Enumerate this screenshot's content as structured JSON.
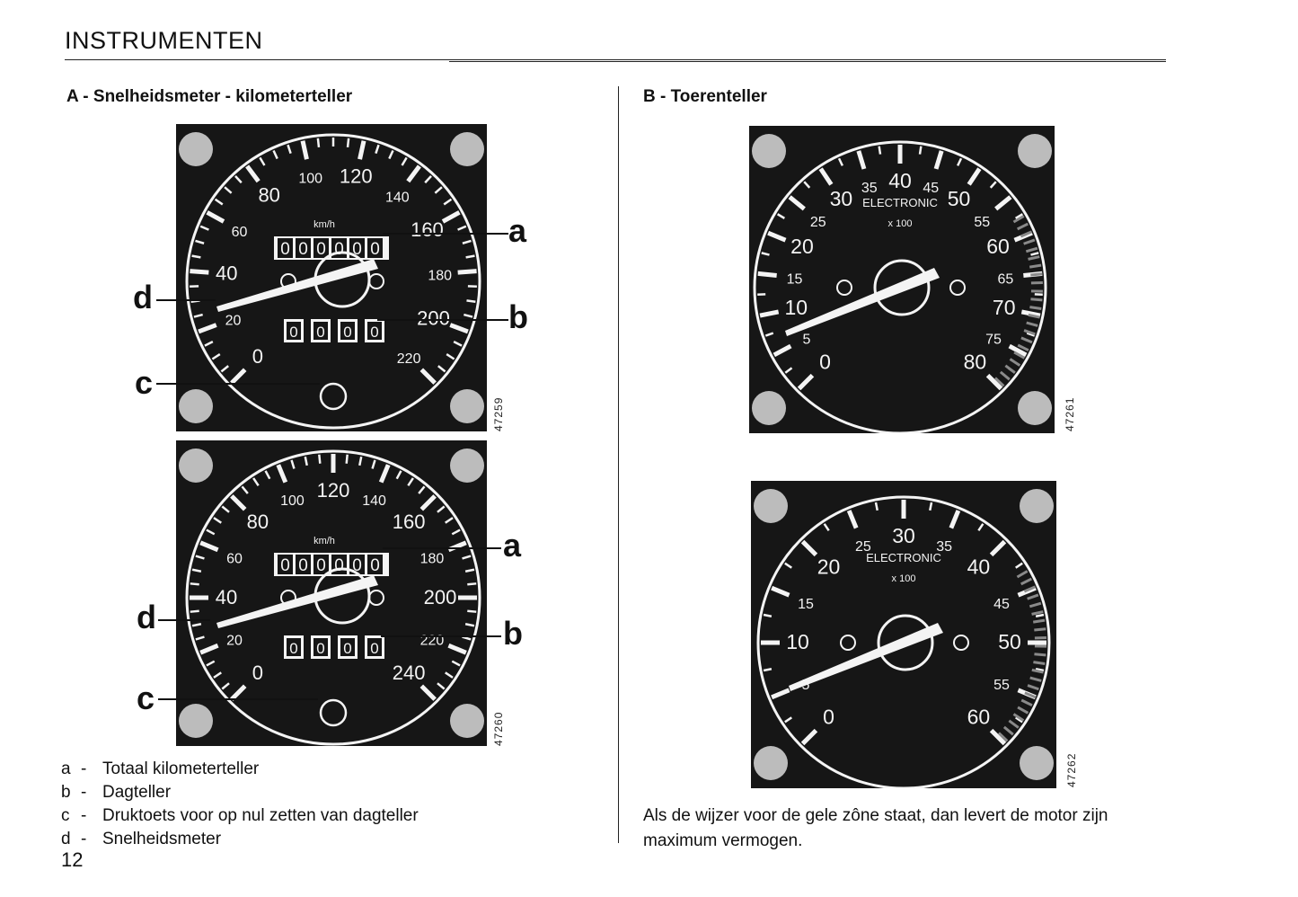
{
  "page": {
    "title": "INSTRUMENTEN",
    "number": "12"
  },
  "section_a": {
    "heading": "A - Snelheidsmeter - kilometerteller",
    "gauge_top": {
      "photo_number": "47259",
      "unit": "km/h",
      "odometer": [
        "0",
        "0",
        "0",
        "0",
        "0",
        "0"
      ],
      "trip": [
        "0",
        "0",
        "0",
        "0"
      ],
      "labels": [
        "0",
        "20",
        "40",
        "60",
        "80",
        "100",
        "120",
        "140",
        "160",
        "180",
        "200",
        "220"
      ]
    },
    "gauge_bottom": {
      "photo_number": "47260",
      "unit": "km/h",
      "odometer": [
        "0",
        "0",
        "0",
        "0",
        "0",
        "0"
      ],
      "trip": [
        "0",
        "0",
        "0",
        "0"
      ],
      "labels": [
        "0",
        "20",
        "40",
        "60",
        "80",
        "100",
        "120",
        "140",
        "160",
        "180",
        "200",
        "220",
        "240"
      ]
    },
    "callouts": {
      "a": "a",
      "b": "b",
      "c": "c",
      "d": "d"
    },
    "legend": [
      {
        "key": "a",
        "text": "Totaal kilometerteller"
      },
      {
        "key": "b",
        "text": "Dagteller"
      },
      {
        "key": "c",
        "text": "Druktoets voor op nul zetten van dagteller"
      },
      {
        "key": "d",
        "text": "Snelheidsmeter"
      }
    ]
  },
  "section_b": {
    "heading": "B - Toerenteller",
    "gauge_top": {
      "photo_number": "47261",
      "brand": "ELECTRONIC",
      "multiplier": "x 100",
      "labels": [
        "0",
        "5",
        "10",
        "15",
        "20",
        "25",
        "30",
        "35",
        "40",
        "45",
        "50",
        "55",
        "60",
        "65",
        "70",
        "75",
        "80"
      ]
    },
    "gauge_bottom": {
      "photo_number": "47262",
      "brand": "ELECTRONIC",
      "multiplier": "x 100",
      "labels": [
        "0",
        "5",
        "10",
        "15",
        "20",
        "25",
        "30",
        "35",
        "40",
        "45",
        "50",
        "55",
        "60"
      ]
    },
    "note": "Als de wijzer voor de gele zône staat, dan levert de motor zijn maximum vermogen."
  },
  "colors": {
    "dial_background": "#161616",
    "dial_markings": "#f4f4f4",
    "needle": "#f4f4f4",
    "warning_lamp": "#d9d9d9",
    "redline_zone": "#8a8a8a"
  }
}
